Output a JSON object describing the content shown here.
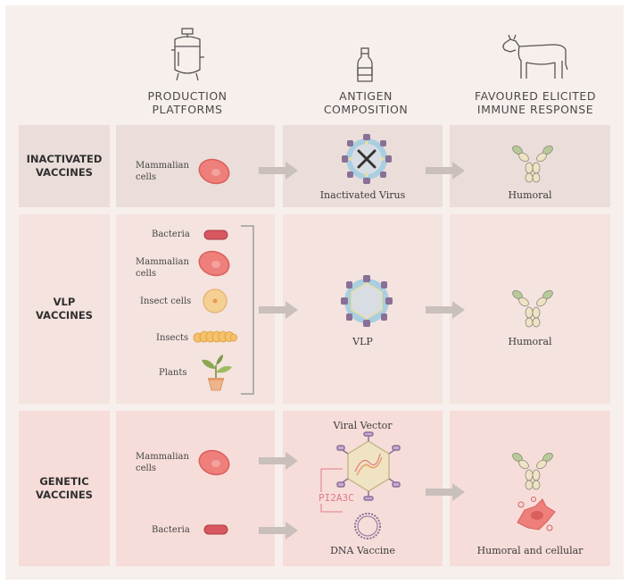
{
  "headers": {
    "production": [
      "PRODUCTION",
      "PLATFORMS"
    ],
    "antigen": [
      "ANTIGEN",
      "COMPOSITION"
    ],
    "immune": [
      "FAVOURED ELICITED",
      "IMMUNE RESPONSE"
    ]
  },
  "rows": [
    {
      "label": [
        "INACTIVATED",
        "VACCINES"
      ],
      "platforms": [
        {
          "name": [
            "Mammalian",
            "cells"
          ],
          "icon": "mammalian-cell-icon"
        }
      ],
      "antigen": [
        "Inactivated Virus"
      ],
      "response": "Humoral"
    },
    {
      "label": [
        "VLP",
        "VACCINES"
      ],
      "platforms": [
        {
          "name": [
            "Bacteria"
          ],
          "icon": "bacteria-icon"
        },
        {
          "name": [
            "Mammalian",
            "cells"
          ],
          "icon": "mammalian-cell-icon"
        },
        {
          "name": [
            "Insect cells"
          ],
          "icon": "insect-cell-icon"
        },
        {
          "name": [
            "Insects"
          ],
          "icon": "larva-icon"
        },
        {
          "name": [
            "Plants"
          ],
          "icon": "plant-icon"
        }
      ],
      "antigen": [
        "VLP"
      ],
      "response": "Humoral"
    },
    {
      "label": [
        "GENETIC",
        "VACCINES"
      ],
      "platforms": [
        {
          "name": [
            "Mammalian",
            "cells"
          ],
          "icon": "mammalian-cell-icon"
        },
        {
          "name": [
            "Bacteria"
          ],
          "icon": "bacteria-icon"
        }
      ],
      "antigen": [
        "Viral Vector",
        "DNA Vaccine"
      ],
      "response": "Humoral and cellular"
    }
  ],
  "watermark": "PI2A3C",
  "colors": {
    "cell": "#ee7f7b",
    "bacteria": "#d9575f",
    "arrow": "#c9bfbb",
    "antibody_green": "#b8c99a",
    "antibody_cream": "#efe3c4",
    "virus_purple": "#8a6f96",
    "virus_blue": "#a9cfe0",
    "virus_grey": "#d8dde4",
    "bracket": "#9c9c9c",
    "watermark": "#e07a86"
  }
}
